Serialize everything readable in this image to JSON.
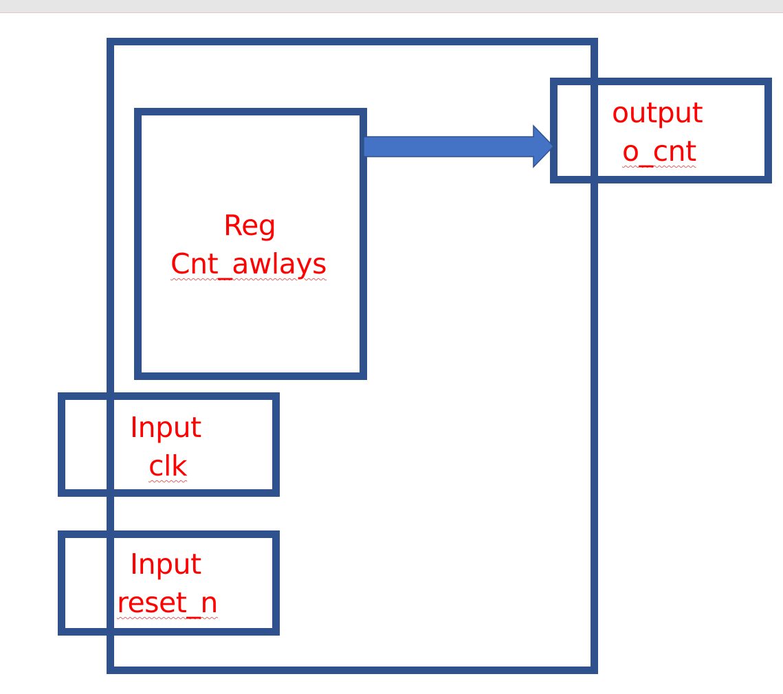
{
  "diagram": {
    "title": "",
    "colors": {
      "box_stroke": "#2f528f",
      "arrow_fill": "#4472c4",
      "arrow_stroke": "#2f528f",
      "label_text": "#ff0000",
      "top_bar": "#e6e6e6"
    },
    "blocks": {
      "register": {
        "line1": "Reg",
        "line2": "Cnt_awlays"
      },
      "output_port": {
        "line1": "output",
        "line2": "o_cnt"
      },
      "clk_port": {
        "line1": "Input",
        "line2": "clk"
      },
      "reset_port": {
        "line1": "Input",
        "line2": "reset_n"
      }
    },
    "connections": [
      {
        "from": "register",
        "to": "output_port",
        "type": "block-arrow"
      }
    ]
  }
}
